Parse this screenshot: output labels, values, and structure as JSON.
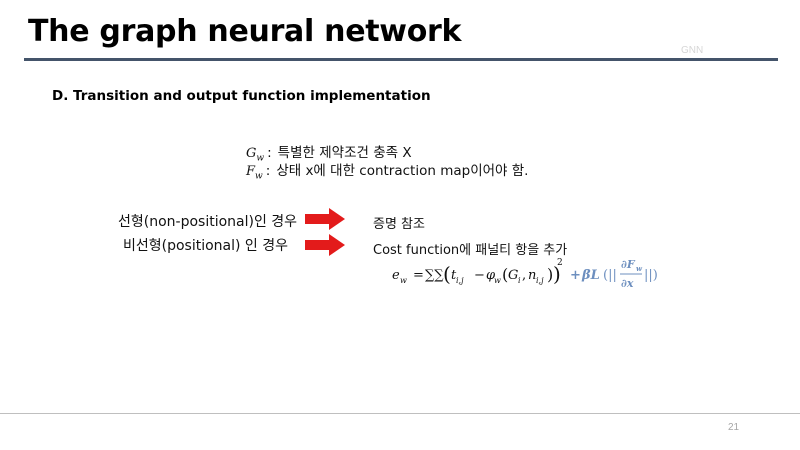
{
  "slide": {
    "title": "The graph neural network",
    "tag": "GNN",
    "page_number": "21",
    "rule_color": "#44546a"
  },
  "section": {
    "heading": "D. Transition and output function implementation"
  },
  "definitions": [
    {
      "symbol": "G",
      "subscript": "w",
      "separator": ":",
      "text": "특별한 제약조건 충족 X"
    },
    {
      "symbol": "F",
      "subscript": "w",
      "separator": ":",
      "text": "상태 x에 대한 contraction map이어야 함."
    }
  ],
  "cases": [
    {
      "label": "선형(non-positional)인 경우",
      "result": "증명 참조",
      "arrow_color": "#e31b1b",
      "arrow_icon": "right-arrow-icon"
    },
    {
      "label": "비선형(positional)  인 경우",
      "result": "Cost function에 패널티 항을 추가",
      "arrow_color": "#e31b1b",
      "arrow_icon": "right-arrow-icon"
    }
  ],
  "formula": {
    "lhs": "e",
    "lhs_sub": "w",
    "equals": "=",
    "sums": "∑∑",
    "term_t": "t",
    "term_t_sub": "i,j",
    "minus": "−",
    "phi": "φ",
    "phi_sub": "w",
    "G": "G",
    "G_sub": "i",
    "comma": ",",
    "n": "n",
    "n_sub": "i,j",
    "power": "2",
    "penalty_plus": "+",
    "penalty_beta_L": "βL",
    "penalty_open": "(||",
    "frac_num": "∂F",
    "frac_num_sub": "w",
    "frac_den": "∂x",
    "penalty_close": "||)",
    "penalty_color": "#6d8fbf"
  }
}
